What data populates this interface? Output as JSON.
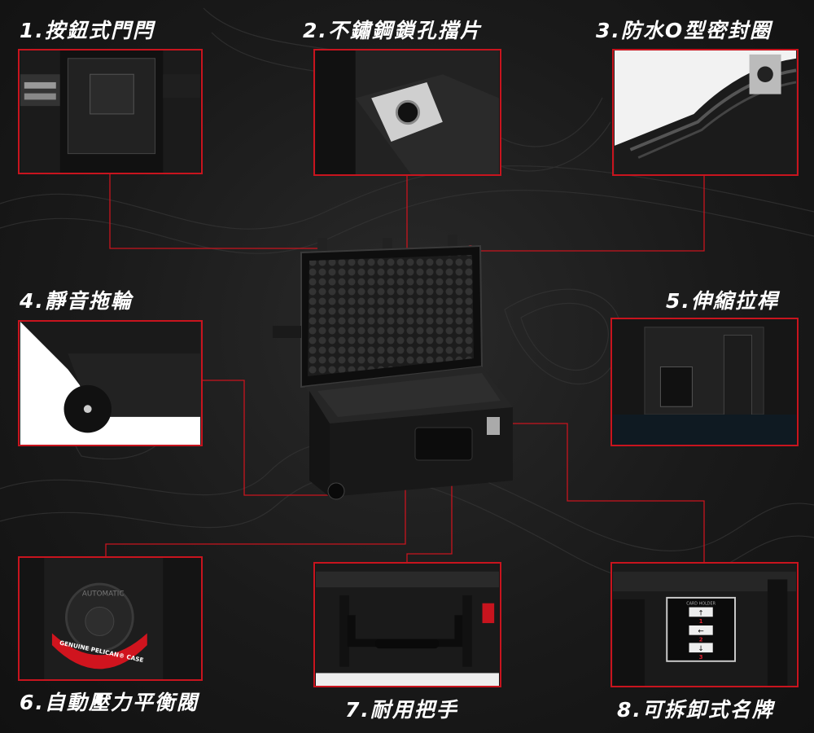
{
  "features": [
    {
      "label": "1.按鈕式門閂"
    },
    {
      "label": "2.不鏽鋼鎖孔擋片"
    },
    {
      "label": "3.防水O型密封圈"
    },
    {
      "label": "4.靜音拖輪"
    },
    {
      "label": "5.伸縮拉桿"
    },
    {
      "label": "6.自動壓力平衡閥",
      "valve_text_top": "AUTOMATIC",
      "valve_ring_text": "GENUINE PELICAN® CASE"
    },
    {
      "label": "7.耐用把手"
    },
    {
      "label": "8.可拆卸式名牌",
      "card_holder_title": "CARD HOLDER",
      "steps": [
        "1",
        "2",
        "3"
      ]
    }
  ],
  "colors": {
    "accent": "#c8141e",
    "background": "#1a1a1a",
    "text": "#ffffff"
  }
}
